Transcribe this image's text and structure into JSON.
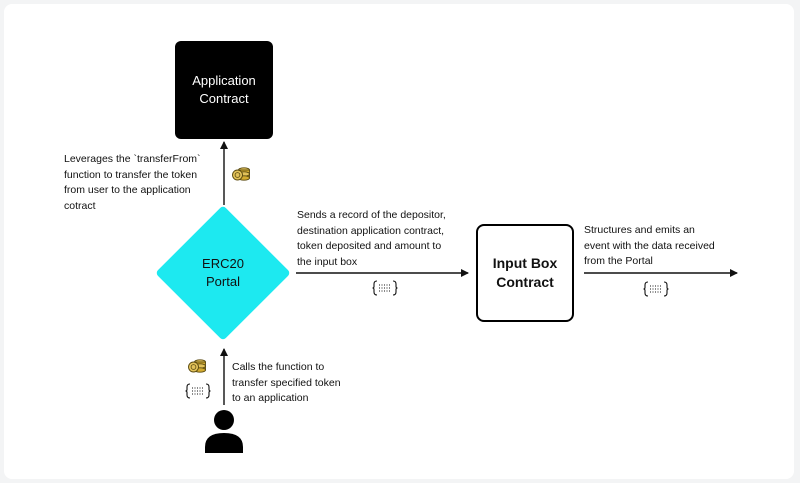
{
  "nodes": {
    "application_contract": "Application\nContract",
    "erc20_portal": "ERC20\nPortal",
    "input_box_contract": "Input Box\nContract"
  },
  "annotations": {
    "leverages": "Leverages the `transferFrom`\nfunction to transfer the token\nfrom user to the application\ncotract",
    "sends_record": "Sends a record of the depositor,\ndestination application contract,\ntoken deposited and amount to\nthe input box",
    "structures": "Structures and emits an\nevent with the data received\nfrom the Portal",
    "calls_function": "Calls the function to\ntransfer specified token\nto an application"
  },
  "icons": {
    "token": "coin-stack-icon",
    "data": "curly-braces-data-icon",
    "user": "user-icon"
  },
  "colors": {
    "portal": "#1de9f0",
    "contract": "#000000",
    "token": "#c9a227"
  }
}
